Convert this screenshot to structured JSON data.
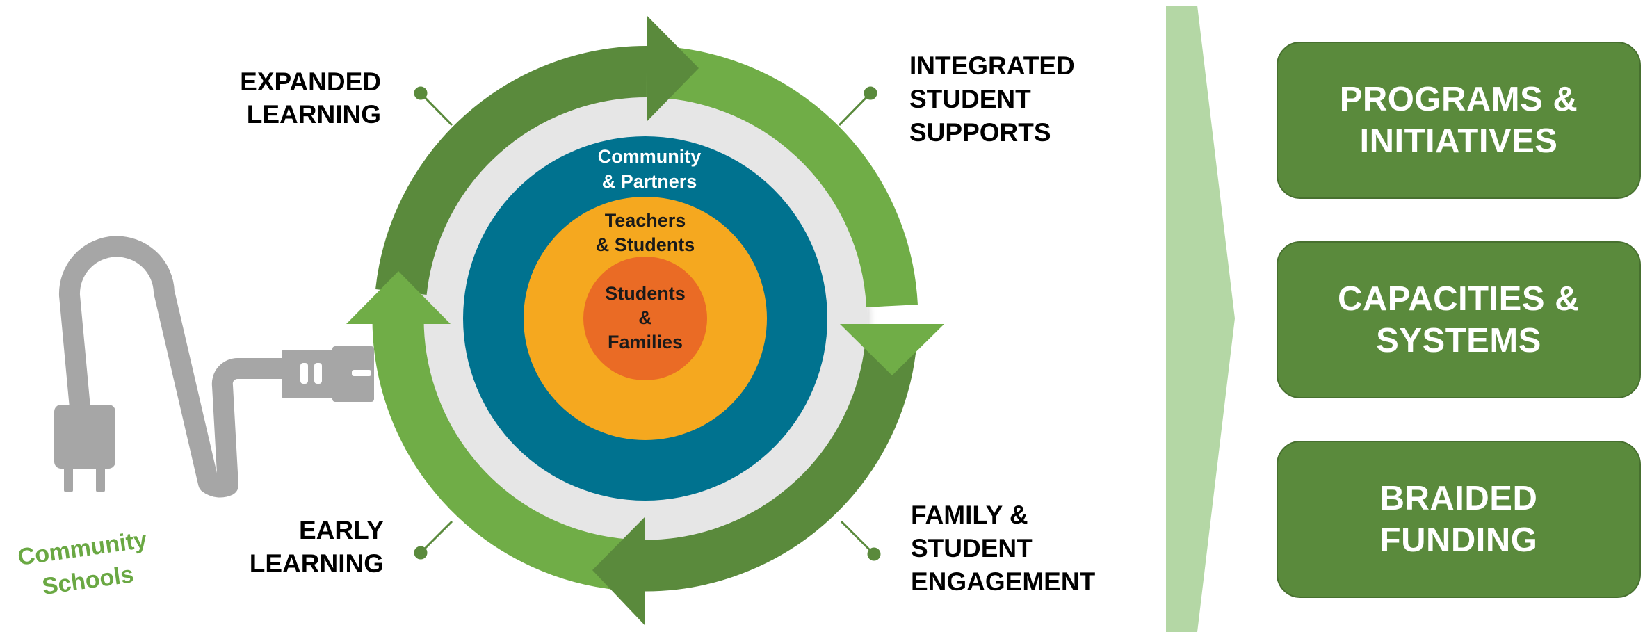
{
  "labels": {
    "expanded_learning": [
      "EXPANDED",
      "LEARNING"
    ],
    "integrated_supports": [
      "INTEGRATED",
      "STUDENT",
      "SUPPORTS"
    ],
    "early_learning": [
      "EARLY",
      "LEARNING"
    ],
    "family_engagement": [
      "FAMILY &",
      "STUDENT",
      "ENGAGEMENT"
    ]
  },
  "rings": {
    "community": [
      "Community",
      "& Partners"
    ],
    "teachers": [
      "Teachers",
      "& Students"
    ],
    "students": [
      "Students",
      "&",
      "Families"
    ]
  },
  "plug_label": [
    "Community",
    "Schools"
  ],
  "outcomes": [
    [
      "PROGRAMS &",
      "INITIATIVES"
    ],
    [
      "CAPACITIES &",
      "SYSTEMS"
    ],
    [
      "BRAIDED",
      "FUNDING"
    ]
  ],
  "colors": {
    "dark_green": "#5a8a3c",
    "light_green": "#70ad47",
    "pale_green": "#b4d7a5",
    "teal": "#00728f",
    "amber": "#f5a81f",
    "orange": "#ea6b25",
    "grey_ring": "#e6e6e6",
    "plug_grey": "#a6a6a6"
  }
}
